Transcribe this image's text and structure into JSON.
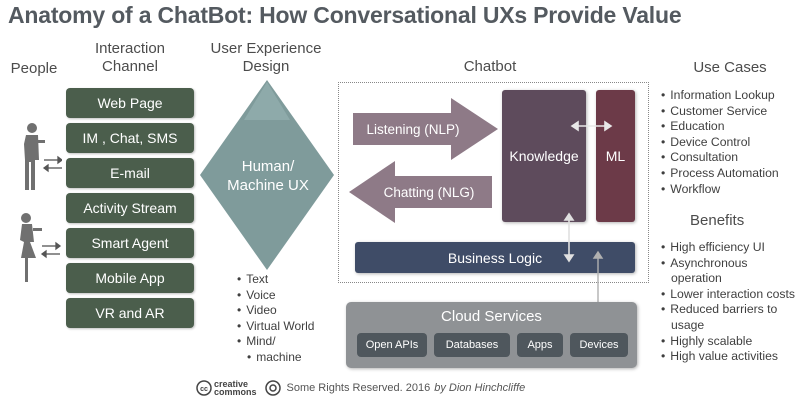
{
  "title": "Anatomy of a ChatBot: How Conversational UXs Provide Value",
  "columns": {
    "people": "People",
    "channel": [
      "Interaction",
      "Channel"
    ],
    "ux": [
      "User Experience",
      "Design"
    ],
    "chatbot": "Chatbot",
    "use_cases": "Use Cases"
  },
  "channels": [
    "Web Page",
    "IM , Chat, SMS",
    "E-mail",
    "Activity Stream",
    "Smart Agent",
    "Mobile App",
    "VR and AR"
  ],
  "human_machine_ux": [
    "Human/",
    "Machine UX"
  ],
  "ux_modes": [
    "Text",
    "Voice",
    "Video",
    "Virtual World",
    "Mind/",
    "machine"
  ],
  "chatbot": {
    "listening": "Listening (NLP)",
    "chatting": "Chatting (NLG)",
    "knowledge": "Knowledge",
    "ml": "ML",
    "business_logic": "Business Logic"
  },
  "cloud": {
    "title": "Cloud Services",
    "services": [
      "Open APIs",
      "Databases",
      "Apps",
      "Devices"
    ]
  },
  "use_cases": [
    "Information Lookup",
    "Customer Service",
    "Education",
    "Device Control",
    "Consultation",
    "Process Automation",
    "Workflow"
  ],
  "benefits_title": "Benefits",
  "benefits": [
    "High efficiency UI",
    "Asynchronous operation",
    "Lower interaction costs",
    "Reduced barriers to usage",
    "Highly scalable",
    "High value activities"
  ],
  "footer": {
    "cc_line1": "creative",
    "cc_line2": "commons",
    "rights": "Some Rights Reserved. 2016",
    "by": "by Dion Hinchcliffe"
  },
  "colors": {
    "channel": "#4b5e4c",
    "diamond": "#7f9b9b",
    "arrows": "#8e7a87",
    "knowledge": "#5e4b5c",
    "ml": "#6c3a48",
    "business_logic": "#3f4c67",
    "cloud": "#8f9295"
  }
}
